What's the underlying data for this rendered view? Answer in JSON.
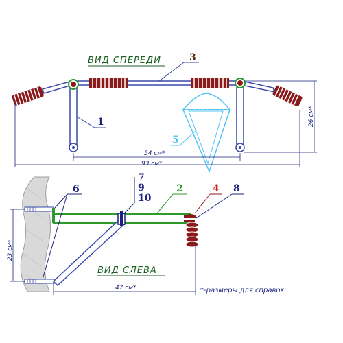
{
  "front_view": {
    "title": "ВИД СПЕРЕДИ",
    "callouts": {
      "bar": "3",
      "leg": "1",
      "bag": "5"
    },
    "dims": {
      "leg_spacing": "54 см*",
      "total_width": "93 см*",
      "height": "26 см*"
    }
  },
  "side_view": {
    "title": "ВИД СЛЕВА",
    "callouts": {
      "mount": "6",
      "bolts": "7",
      "bolts2": "9",
      "bolts3": "10",
      "beam": "2",
      "grip": "4",
      "cap": "8"
    },
    "dims": {
      "height": "23 см*",
      "depth": "47 см*"
    }
  },
  "note": "*-размеры для справок",
  "colors": {
    "frame": "#3949ab",
    "grip": "#8b1a1a",
    "beam": "#2e9a2e",
    "title": "#1b5e20",
    "bag": "#4fc3f7",
    "dim": "#1a237e"
  }
}
